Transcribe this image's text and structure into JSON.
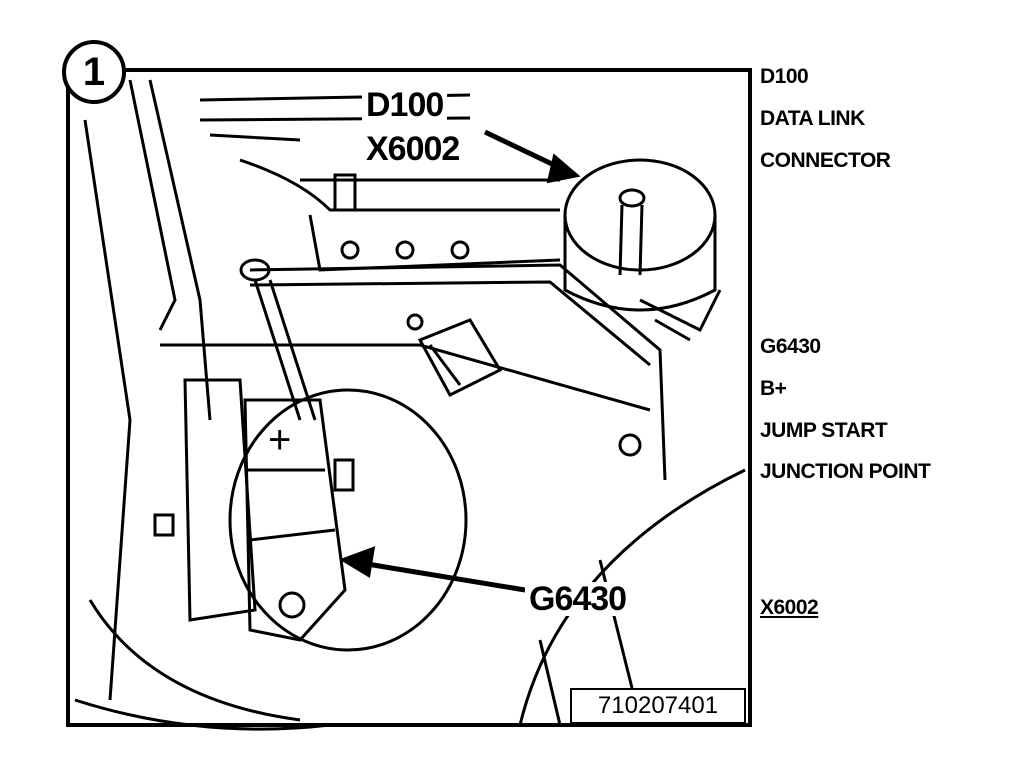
{
  "figure_number": "1",
  "callouts": {
    "d100": "D100",
    "x6002": "X6002",
    "g6430": "G6430",
    "plus": "+"
  },
  "reference_number": "710207401",
  "legend": {
    "data_link": [
      "D100",
      "DATA LINK",
      "CONNECTOR"
    ],
    "jump_start": [
      "G6430",
      "B+",
      "JUMP START",
      "JUNCTION POINT"
    ],
    "connector": "X6002"
  }
}
